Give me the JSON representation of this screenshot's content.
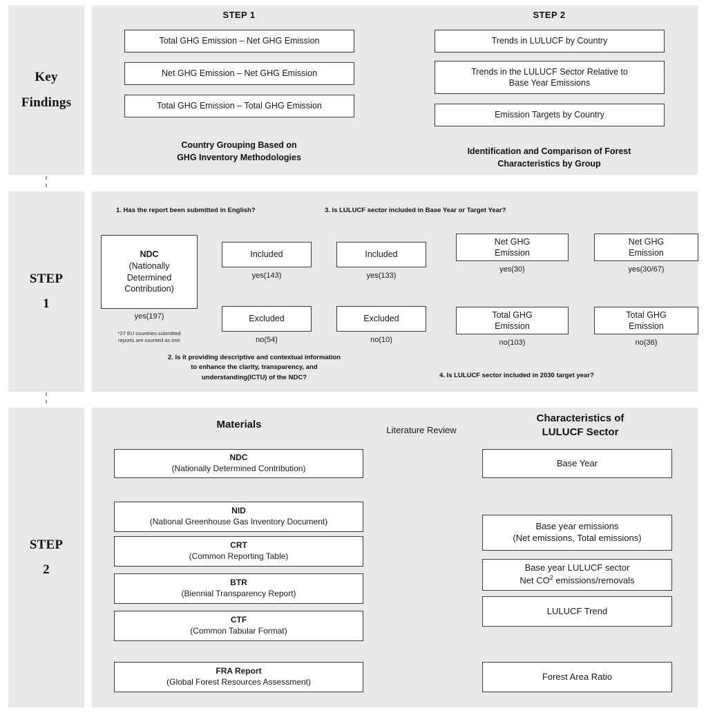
{
  "rows": {
    "key_findings_label": "Key\nFindings",
    "step1_label": "STEP\n1",
    "step2_label": "STEP\n2"
  },
  "key_findings": {
    "step1_heading": "STEP 1",
    "step2_heading": "STEP 2",
    "step1_boxes": [
      "Total GHG Emission – Net GHG Emission",
      "Net GHG Emission – Net GHG Emission",
      "Total GHG Emission – Total GHG Emission"
    ],
    "step1_outcome_line1": "Country Grouping Based on",
    "step1_outcome_line2": "GHG Inventory Methodologies",
    "step2_boxes": [
      {
        "line1": "Trends in LULUCF  by Country",
        "line2": ""
      },
      {
        "line1": "Trends in the LULUCF  Sector Relative to",
        "line2": "Base Year Emissions"
      },
      {
        "line1": "Emission Targets by Country",
        "line2": ""
      }
    ],
    "step2_outcome_line1": "Identification and Comparison of Forest",
    "step2_outcome_line2": "Characteristics by Group"
  },
  "step1": {
    "questions": {
      "q1": "1.  Has the report been submitted in English?",
      "q2_l1": "2.  Is it providing descriptive and contextual information",
      "q2_l2": "to enhance the clarity, transparency, and",
      "q2_l3": "understanding(ICTU) of the NDC?",
      "q3": "3.  Is LULUCF sector included in Base Year or Target Year?",
      "q4": "4.  Is LULUCF sector included in 2030 target year?"
    },
    "ndc": {
      "title": "NDC",
      "l1": "(Nationally",
      "l2": "Determined",
      "l3": "Contribution)",
      "count": "yes(197)",
      "note_l1": "*27 EU countries submitted",
      "note_l2": "reports are counted as one"
    },
    "col1": [
      {
        "label": "Included",
        "count": "yes(143)"
      },
      {
        "label": "Excluded",
        "count": "no(54)"
      }
    ],
    "col2": [
      {
        "label": "Included",
        "count": "yes(133)"
      },
      {
        "label": "Excluded",
        "count": "no(10)"
      }
    ],
    "col3": [
      {
        "l1": "Net GHG",
        "l2": "Emission",
        "count": "yes(30)"
      },
      {
        "l1": "Total GHG",
        "l2": "Emission",
        "count": "no(103)"
      }
    ],
    "col4": [
      {
        "l1": "Net GHG",
        "l2": "Emission",
        "count": "yes(30/67)"
      },
      {
        "l1": "Total GHG",
        "l2": "Emission",
        "count": "no(36)"
      }
    ]
  },
  "step2": {
    "materials_heading": "Materials",
    "literature_review": "Literature  Review",
    "characteristics_heading_l1": "Characteristics of",
    "characteristics_heading_l2": "LULUCF Sector",
    "materials": [
      {
        "code": "NDC",
        "full": "(Nationally Determined Contribution)"
      },
      {
        "code": "NID",
        "full": "(National Greenhouse Gas Inventory Document)"
      },
      {
        "code": "CRT",
        "full": "(Common Reporting Table)"
      },
      {
        "code": "BTR",
        "full": "(Biennial Transparency Report)"
      },
      {
        "code": "CTF",
        "full": "(Common Tabular Format)"
      },
      {
        "code": "FRA Report",
        "full": "(Global Forest Resources Assessment)"
      }
    ],
    "characteristics": [
      {
        "l1": "Base Year",
        "l2": ""
      },
      {
        "l1": "Base year emissions",
        "l2": "(Net emissions, Total emissions)"
      },
      {
        "l1": "Base year LULUCF  sector",
        "l2": "Net CO2 emissions/removals"
      },
      {
        "l1": "LULUCF  Trend",
        "l2": ""
      },
      {
        "l1": "Forest Area Ratio",
        "l2": ""
      }
    ]
  },
  "colors": {
    "panel_bg": "#e8e8e8",
    "box_bg": "#ffffff",
    "box_border": "#3a3a3a",
    "arrow": "#111111",
    "dashed_guide": "#b4b4b4",
    "page_bg": "#ffffff"
  }
}
